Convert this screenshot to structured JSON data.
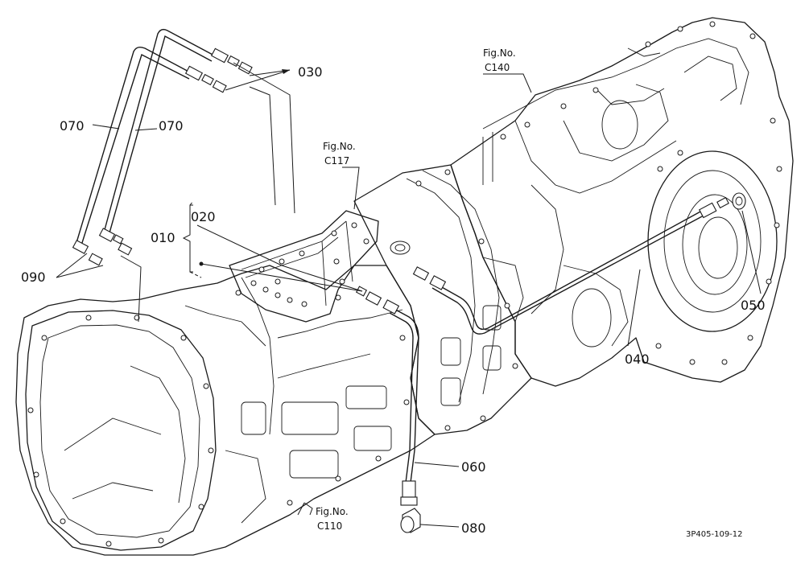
{
  "callouts": {
    "c010": "010",
    "c020": "020",
    "c030": "030",
    "c040": "040",
    "c050": "050",
    "c060": "060",
    "c070a": "070",
    "c070b": "070",
    "c080": "080",
    "c090": "090"
  },
  "figure_refs": {
    "c117": {
      "line1": "Fig.No.",
      "line2": "C117"
    },
    "c140": {
      "line1": "Fig.No.",
      "line2": "C140"
    },
    "c110": {
      "line1": "Fig.No.",
      "line2": "C110"
    }
  },
  "drawing_code": "3P405-109-12"
}
